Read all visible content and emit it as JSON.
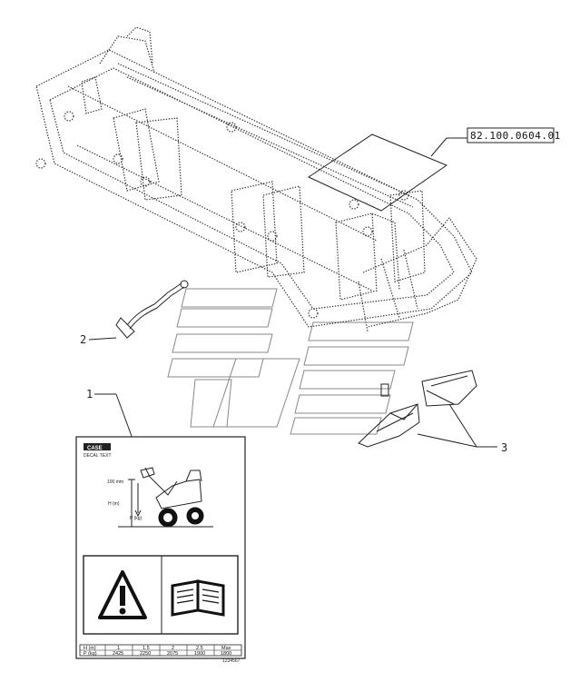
{
  "reference_box": {
    "text": "82.100.0604.01"
  },
  "callouts": {
    "c1": "1",
    "c2": "2",
    "c3": "3"
  },
  "decal": {
    "brand": "CASE",
    "sub_label": "DECAL TEXT",
    "h_label": "H (m)",
    "p_label": "P (kg)",
    "load_label": "100 mm",
    "table": {
      "row_h": [
        "H (m)",
        "1",
        "1.5",
        "2",
        "2.5",
        "Max"
      ],
      "row_p": [
        "P (kg)",
        "2425",
        "2250",
        "2075",
        "1900",
        "1800"
      ]
    },
    "part_no": "1234567"
  }
}
